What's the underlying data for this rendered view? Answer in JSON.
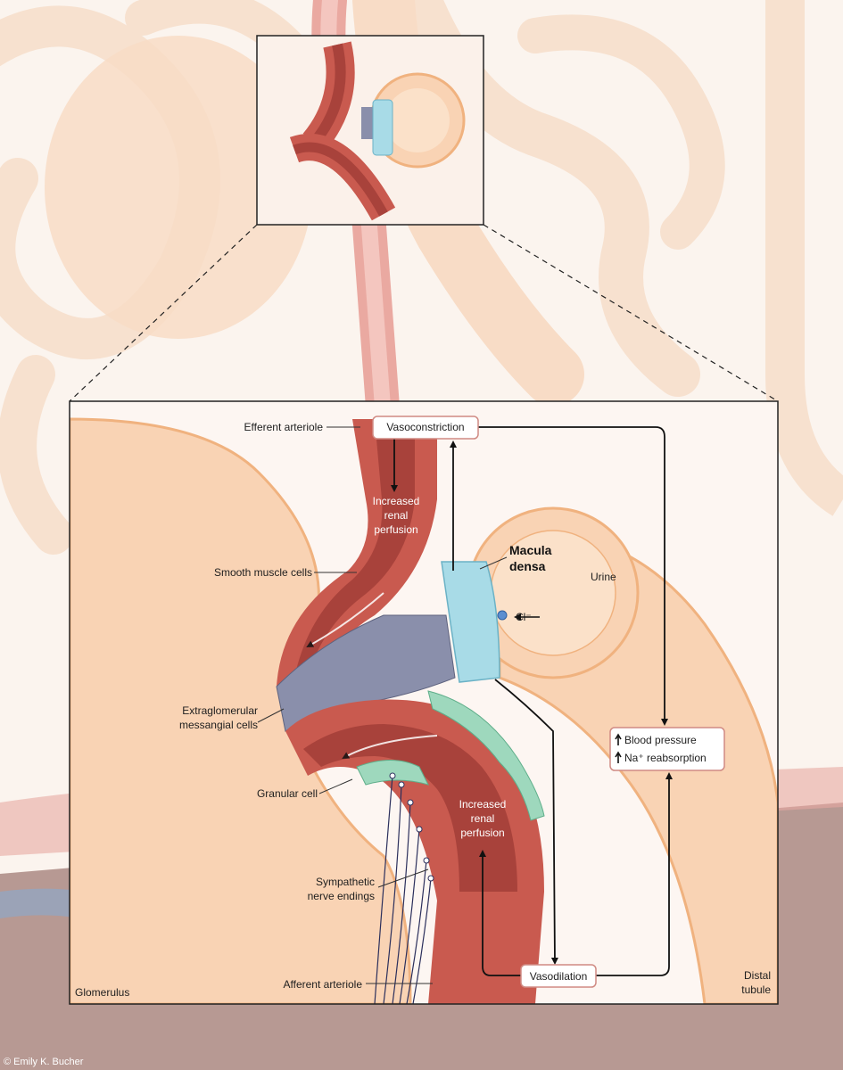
{
  "labels": {
    "efferent_arteriole": "Efferent arteriole",
    "vasoconstriction": "Vasoconstriction",
    "increased_top_1": "Increased",
    "increased_top_2": "renal",
    "increased_top_3": "perfusion",
    "macula_1": "Macula",
    "macula_2": "densa",
    "urine": "Urine",
    "smooth_muscle": "Smooth muscle cells",
    "chloride": "Cl⁻",
    "extraglomerular_1": "Extraglomerular",
    "extraglomerular_2": "messangial cells",
    "blood_pressure": "Blood pressure",
    "na_reabsorption": "Na⁺ reabsorption",
    "granular_cell": "Granular cell",
    "increased_bottom_1": "Increased",
    "increased_bottom_2": "renal",
    "increased_bottom_3": "perfusion",
    "sympathetic_1": "Sympathetic",
    "sympathetic_2": "nerve endings",
    "vasodilation": "Vasodilation",
    "glomerulus": "Glomerulus",
    "afferent_arteriole": "Afferent arteriole",
    "distal_1": "Distal",
    "distal_2": "tubule"
  },
  "credit": "© Emily K. Bucher",
  "colors": {
    "tubule": "#f9d3b4",
    "tubule_outline": "#f0b27f",
    "arteriole": "#c95a4f",
    "arteriole_lumen": "#b24640",
    "macula_densa": "#a8dbe7",
    "mesangial": "#8a8fab",
    "granular": "#9ed8bd"
  }
}
